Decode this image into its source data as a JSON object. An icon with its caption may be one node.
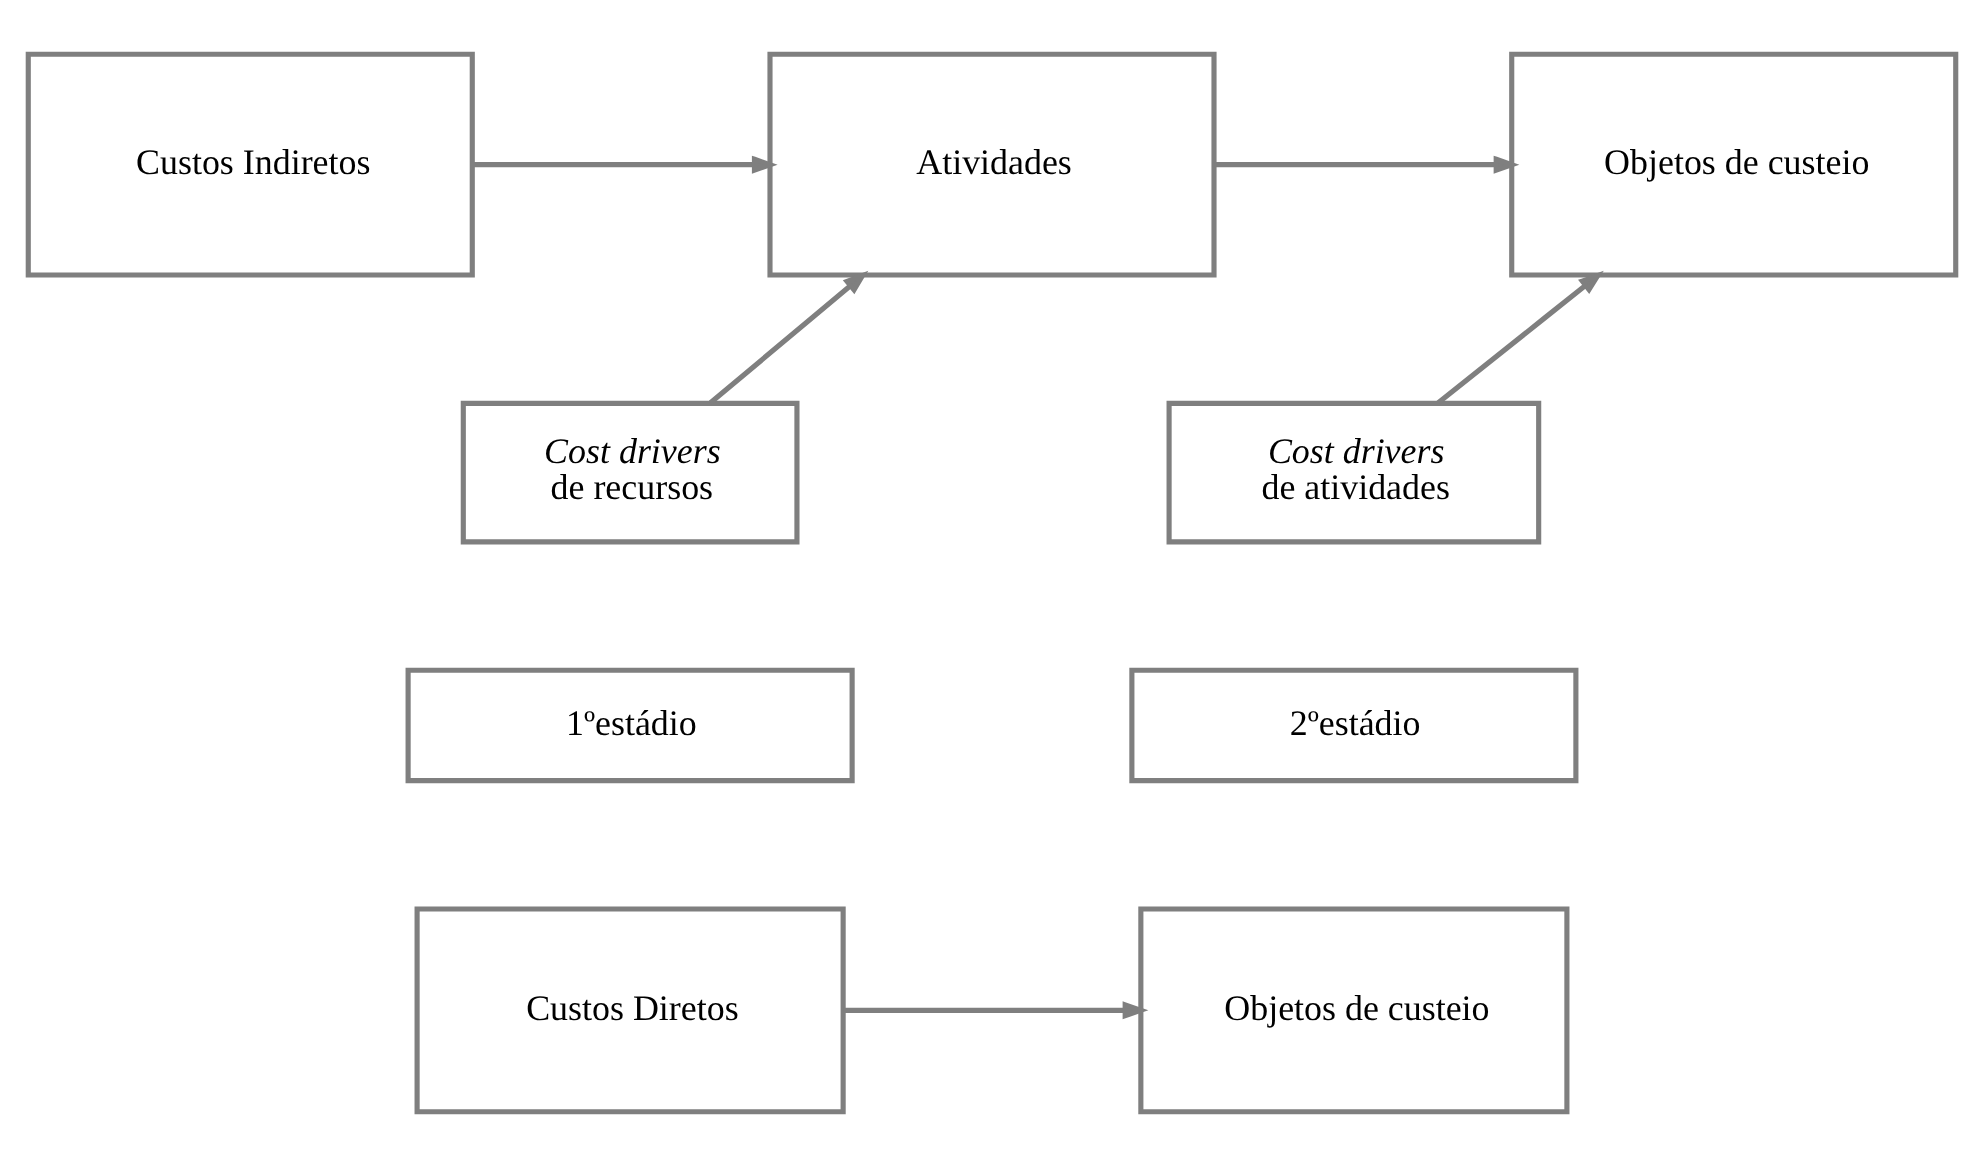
{
  "diagram": {
    "nodes": [
      {
        "text": [
          "Custos Indiretos"
        ]
      },
      {
        "text": [
          "Atividades"
        ]
      },
      {
        "text": [
          "Objetos de custeio"
        ]
      },
      {
        "text": [
          "*Cost drivers* de recursos"
        ]
      },
      {
        "text": [
          "*Cost drivers* de atividades"
        ]
      },
      {
        "text": [
          "1ºestádio"
        ]
      },
      {
        "text": [
          "2ºestádio"
        ]
      },
      {
        "text": [
          "Custos Diretos"
        ]
      },
      {
        "text": [
          "Objetos de custeio"
        ]
      }
    ],
    "edges": [
      {
        "from": 0,
        "to": 1,
        "arrow": "to"
      },
      {
        "from": 1,
        "to": 2,
        "arrow": "to"
      },
      {
        "from": 3,
        "to": 1,
        "arrow": "to"
      },
      {
        "from": 4,
        "to": 2,
        "arrow": "to"
      },
      {
        "from": 7,
        "to": 8,
        "arrow": "to"
      }
    ]
  }
}
